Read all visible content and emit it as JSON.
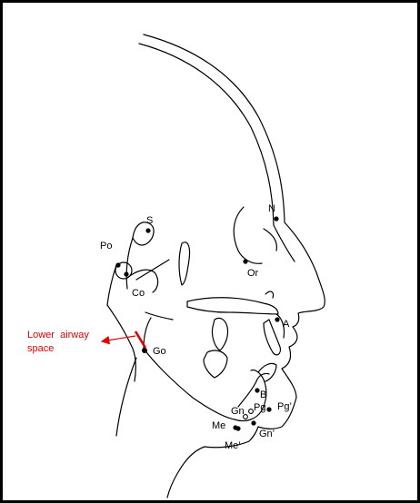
{
  "colors": {
    "frame": "#000000",
    "line": "#000000",
    "airway": "#e00000"
  },
  "annotation": {
    "line1": "Lower  airway",
    "line2": "space"
  },
  "landmarks": {
    "S": "S",
    "Po": "Po",
    "Co": "Co",
    "N": "N",
    "Or": "Or",
    "A": "A",
    "Go": "Go",
    "B": "B",
    "Pg": "Pg",
    "Pg_soft": "Pg’",
    "Gn": "Gn",
    "Me": "Me",
    "Gn_soft": "Gn’",
    "Me_soft": "Me’"
  }
}
